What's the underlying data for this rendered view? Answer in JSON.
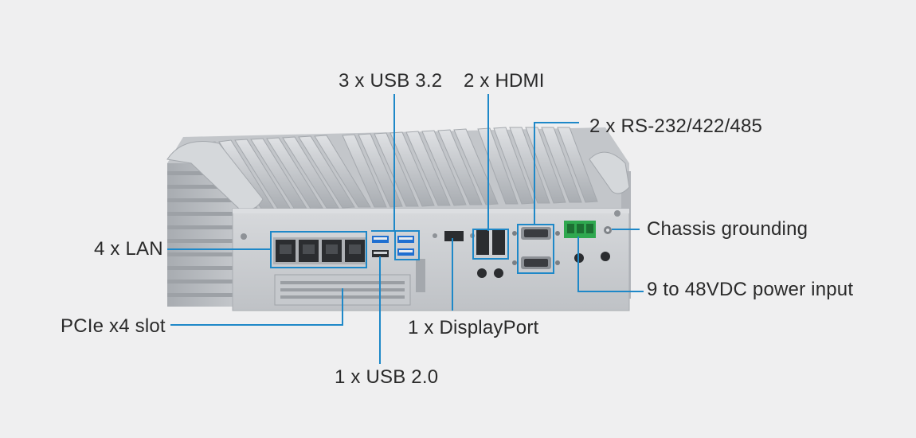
{
  "callouts": {
    "usb32": "3 x USB 3.2",
    "hdmi": "2 x HDMI",
    "serial": "2 x RS-232/422/485",
    "grounding": "Chassis grounding",
    "lan": "4 x LAN",
    "power": "9 to 48VDC power input",
    "pcie": "PCIe x4 slot",
    "displayport": "1 x DisplayPort",
    "usb20": "1 x USB 2.0"
  },
  "colors": {
    "background": "#efeff0",
    "callout_line": "#1e88c8",
    "chassis": "#b9bcc0",
    "panel": "#c9ccd0",
    "terminal_block": "#2fa84f"
  }
}
